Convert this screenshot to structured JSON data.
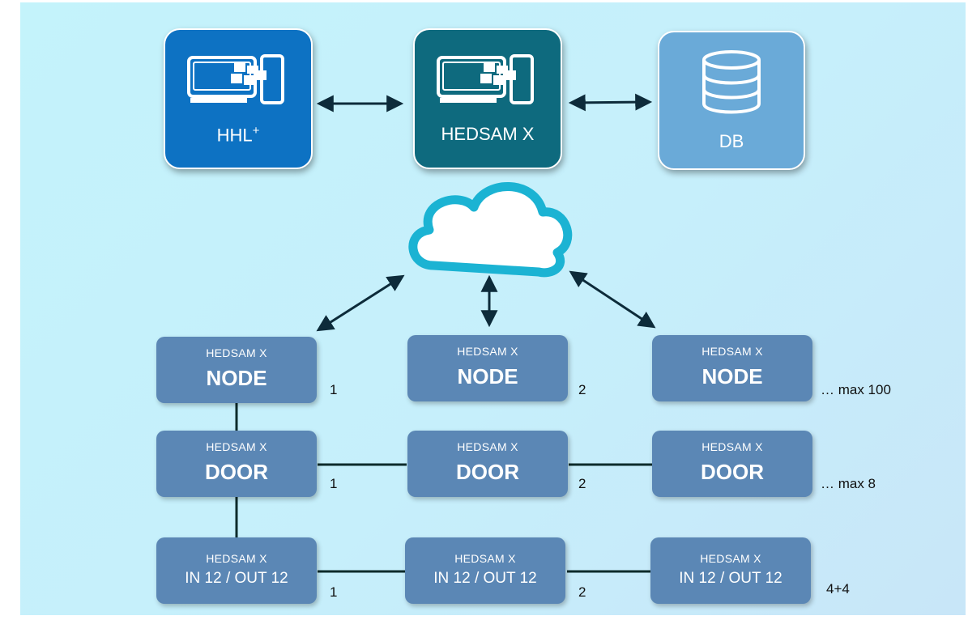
{
  "top": {
    "hhl": {
      "label": "HHL",
      "suffix": "+",
      "color": "#0d72c3"
    },
    "hedsam": {
      "label": "HEDSAM X",
      "color": "#0e6a7e"
    },
    "db": {
      "label": "DB",
      "color": "#6aaad8"
    }
  },
  "nodes": {
    "caption": "HEDSAM X",
    "title": "NODE",
    "numbers": [
      "1",
      "2"
    ],
    "max_label": "… max 100"
  },
  "doors": {
    "caption": "HEDSAM X",
    "title": "DOOR",
    "numbers": [
      "1",
      "2"
    ],
    "max_label": "… max 8"
  },
  "io": {
    "caption": "HEDSAM X",
    "title": "IN 12 / OUT 12",
    "numbers": [
      "1",
      "2"
    ],
    "max_label": "4+4"
  },
  "colors": {
    "box": "#5b87b5",
    "cloud_outline": "#1bb3d3",
    "arrow": "#0d2b3a",
    "line": "#0d2b2b"
  },
  "icons": {
    "workstation": "monitor-phone-icon",
    "database": "database-icon",
    "cloud": "cloud-icon"
  }
}
